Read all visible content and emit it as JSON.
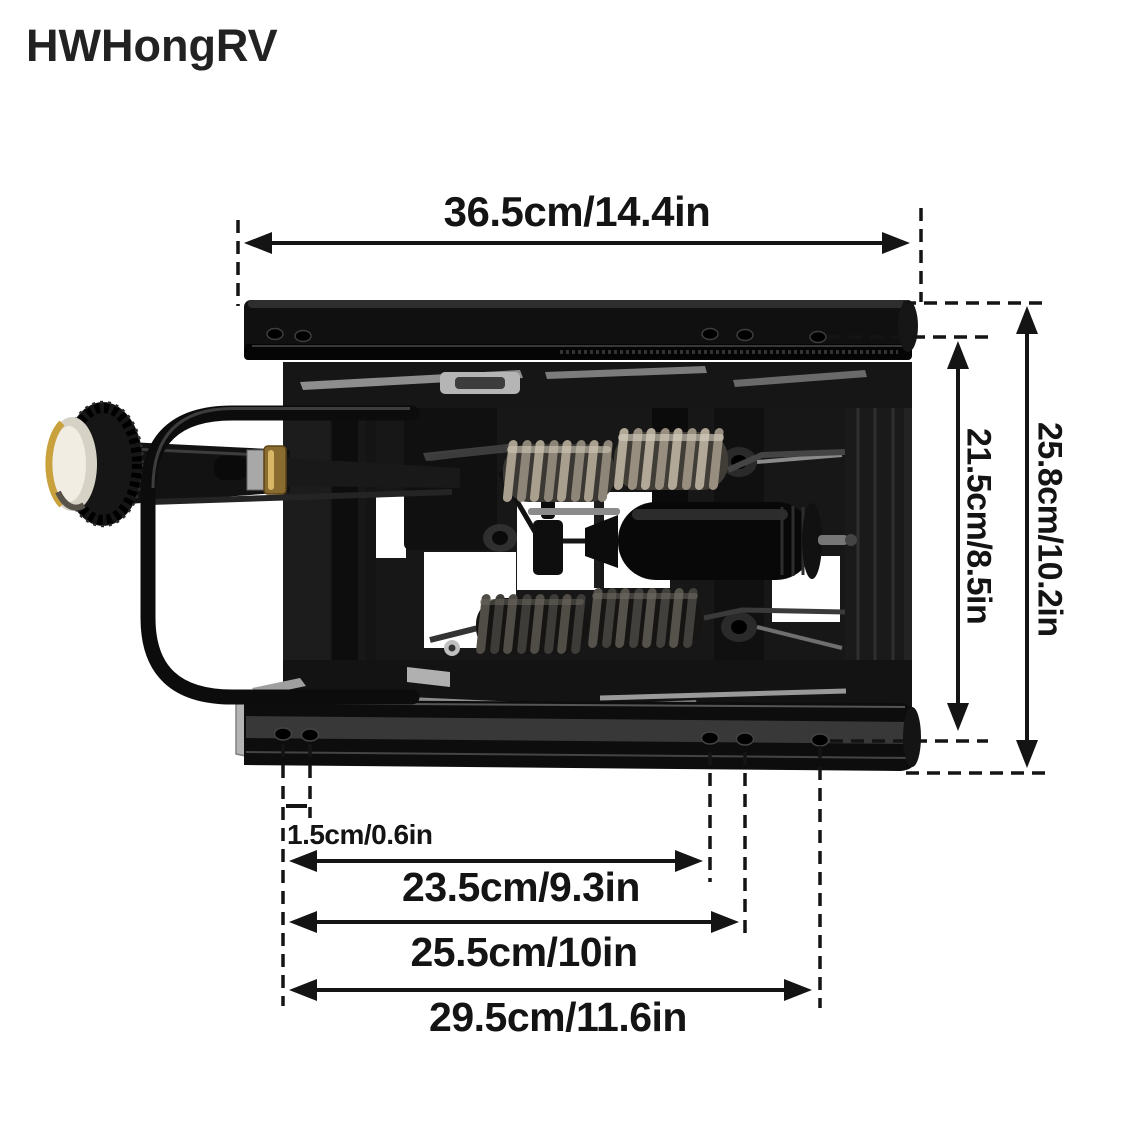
{
  "brand": "HWHongRV",
  "product": {
    "description": "seat suspension slider base, top view"
  },
  "annotations": {
    "top_width": "36.5cm/14.4in",
    "rail_inner_height": "21.5cm/8.5in",
    "rail_outer_height": "25.8cm/10.2in",
    "hole_pitch": "1.5cm/0.6in",
    "hole_span_inner": "23.5cm/9.3in",
    "hole_span_mid": "25.5cm/10in",
    "hole_span_outer": "29.5cm/11.6in"
  },
  "colors": {
    "background": "#ffffff",
    "annotation_ink": "#141414",
    "rail_black": "#0d0d0d",
    "spring_silver": "#a89f8f",
    "brass_accent": "#8a6c30",
    "knob_ring_yellow": "#c9a23e"
  }
}
